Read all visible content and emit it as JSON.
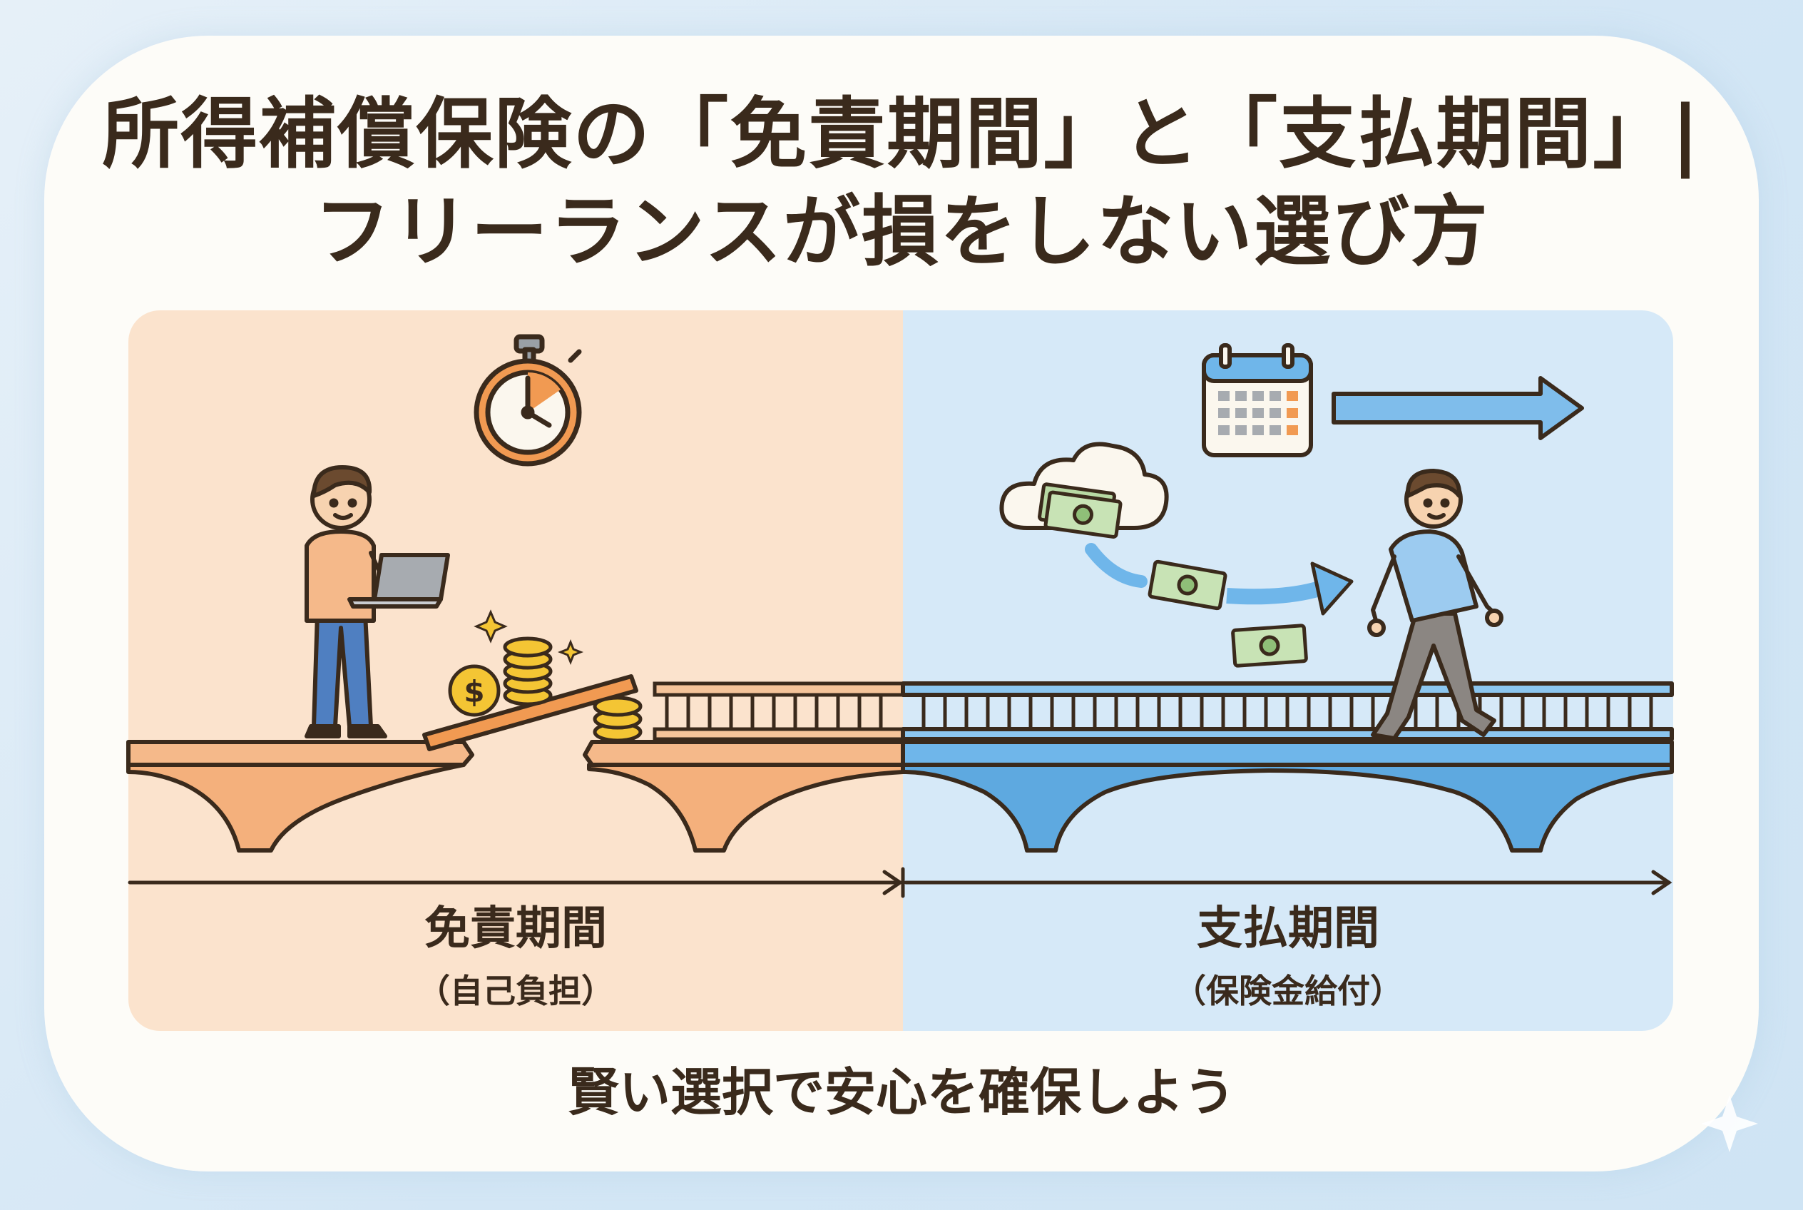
{
  "title": {
    "line1": "所得補償保険の「免責期間」と「支払期間」|",
    "line2": "フリーランスが損をしない選び方"
  },
  "panels": {
    "left": {
      "label": "免責期間",
      "sublabel": "（自己負担）"
    },
    "right": {
      "label": "支払期間",
      "sublabel": "（保険金給付）"
    }
  },
  "footer": "賢い選択で安心を確保しよう",
  "colors": {
    "left_bg": "#fbe3cd",
    "right_bg": "#d6e9f8",
    "left_bridge": "#f5b98a",
    "right_bridge": "#6fb6ea",
    "text": "#3a2a1c"
  },
  "icons": [
    "stopwatch-icon",
    "calendar-icon",
    "arrow-right-icon",
    "cloud-icon",
    "money-icon",
    "coin-icon",
    "sparkle-icon"
  ]
}
